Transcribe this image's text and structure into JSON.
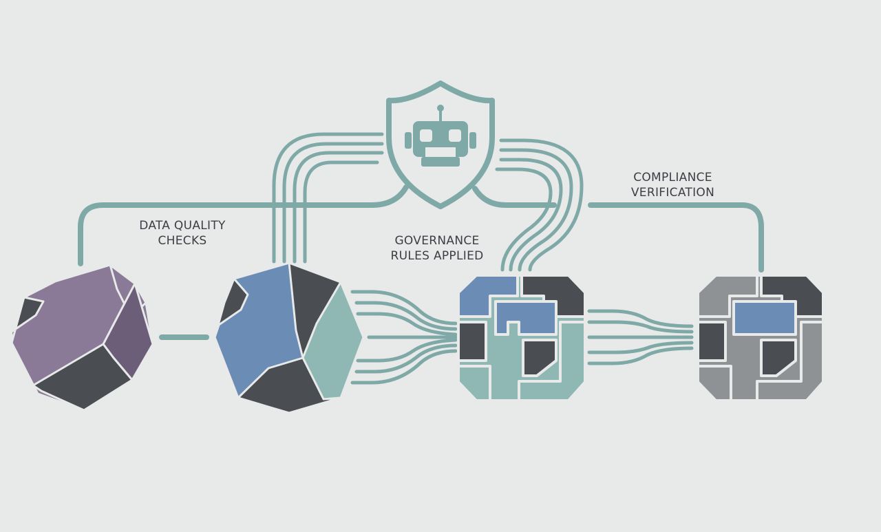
{
  "diagram": {
    "labels": {
      "data_quality": [
        "DATA QUALITY",
        "CHECKS"
      ],
      "governance": [
        "GOVERNANCE",
        "RULES APPLIED"
      ],
      "compliance": [
        "COMPLIANCE",
        "VERIFICATION"
      ]
    },
    "icons": {
      "governance_badge": "shield-robot-icon",
      "nodes": [
        "purple-polyhedron-icon",
        "blue-polyhedron-icon",
        "teal-interlocked-block-icon",
        "gray-interlocked-block-icon"
      ]
    },
    "colors": {
      "background": "#e8e9e9",
      "connector": "#7fa9a7",
      "purple": "#8a7a97",
      "purple_dark": "#6c5e78",
      "blue": "#6b8db5",
      "dark": "#4a4d52",
      "teal": "#8fb7b3",
      "gray": "#8f9295",
      "text": "#3b3e44"
    }
  }
}
